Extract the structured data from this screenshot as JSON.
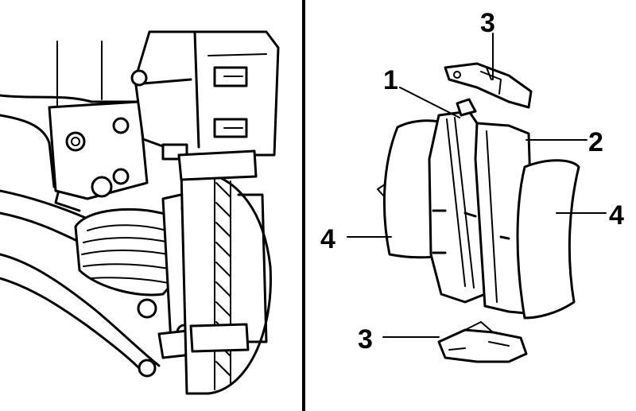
{
  "callouts": {
    "c1": "1",
    "c2": "2",
    "c3_top": "3",
    "c3_bottom": "3",
    "c4_left": "4",
    "c4_right": "4"
  }
}
